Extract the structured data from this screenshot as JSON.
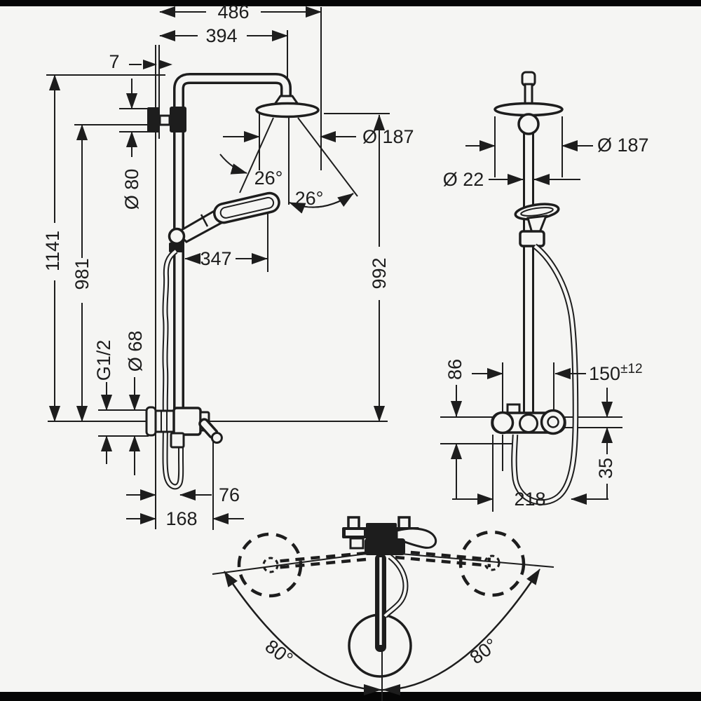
{
  "colors": {
    "line": "#1d1d1d",
    "background": "#f5f5f3",
    "letterbox_bar": "#060606",
    "fill_white": "#f5f5f3"
  },
  "front_view": {
    "dim_total_width": "486",
    "dim_head_center_width": "394",
    "dim_wall_offset": "7",
    "dim_total_height": "1141",
    "dim_bar_height": "981",
    "dim_escutcheon_diameter": "Ø 80",
    "dim_head_diameter": "Ø 187",
    "dim_spray_angle_left": "26°",
    "dim_spray_angle_right": "26°",
    "dim_handshower_offset": "347",
    "dim_head_to_valve_height": "992",
    "dim_thread": "G1/2",
    "dim_valve_escutcheon_diameter": "Ø 68",
    "dim_hose_depth": "76",
    "dim_handle_depth": "168"
  },
  "side_view": {
    "dim_head_diameter": "Ø 187",
    "dim_bar_diameter": "Ø 22",
    "dim_valve_offset": "86",
    "dim_connection_distance": "150",
    "dim_connection_tolerance": "±12",
    "dim_outlet_offset": "35",
    "dim_total_depth": "218"
  },
  "top_view": {
    "dim_swivel_angle_left": "80°",
    "dim_swivel_angle_right": "80°"
  }
}
